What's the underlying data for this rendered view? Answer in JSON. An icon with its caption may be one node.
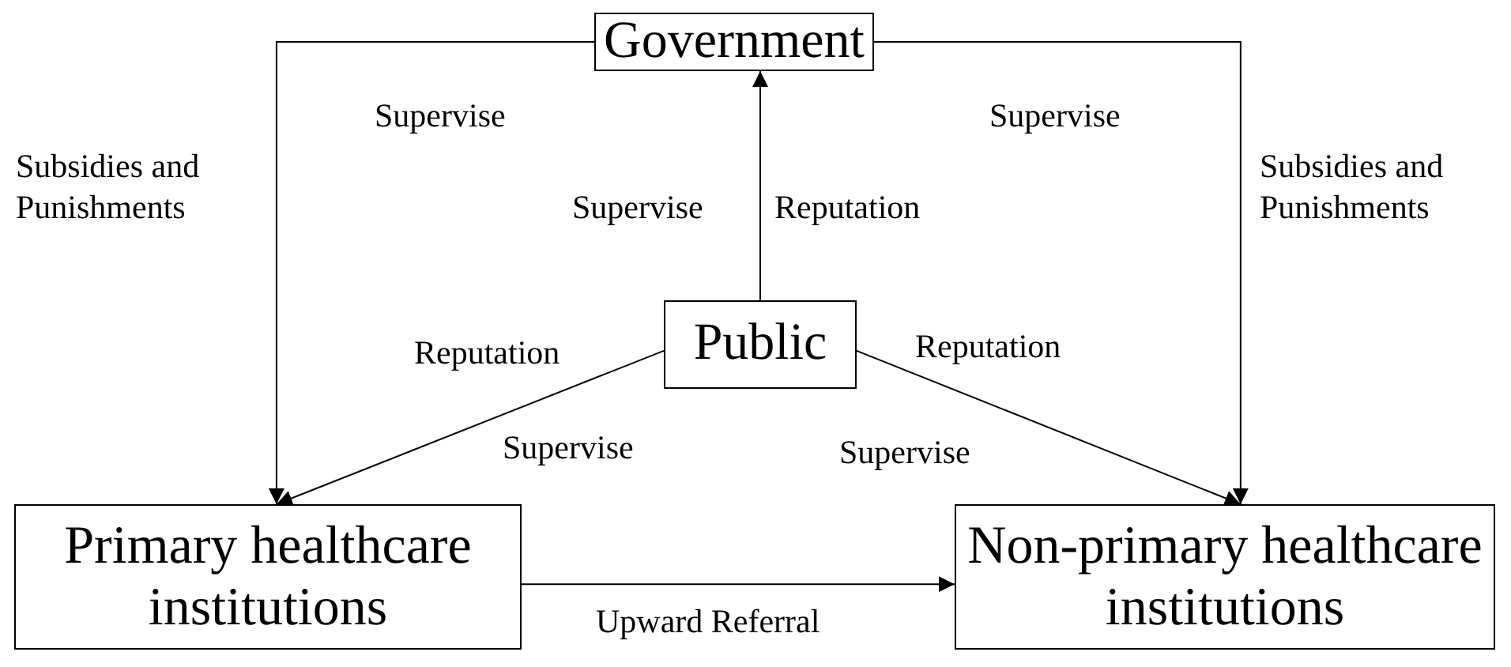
{
  "diagram": {
    "nodes": [
      {
        "text": [
          "Government"
        ]
      },
      {
        "text": [
          "Public"
        ]
      },
      {
        "text": [
          "Primary healthcare institutions"
        ]
      },
      {
        "text": [
          "Non-primary healthcare institutions"
        ]
      }
    ],
    "edges": [
      {
        "from": 0,
        "to": 2,
        "arrow": "to",
        "label": "Supervise"
      },
      {
        "from": 0,
        "to": 3,
        "arrow": "to",
        "label": "Supervise"
      },
      {
        "from": 1,
        "to": 0,
        "arrow": "to",
        "label": "Reputation"
      },
      {
        "from": 1,
        "to": 2,
        "arrow": "to",
        "label": "Supervise"
      },
      {
        "from": 1,
        "to": 3,
        "arrow": "to",
        "label": "Supervise"
      },
      {
        "from": 2,
        "to": 3,
        "arrow": "to",
        "label": "Upward Referral"
      }
    ],
    "labels": [
      "Subsidies and Punishments",
      "Subsidies and Punishments",
      "Supervise",
      "Reputation",
      "Reputation"
    ]
  }
}
